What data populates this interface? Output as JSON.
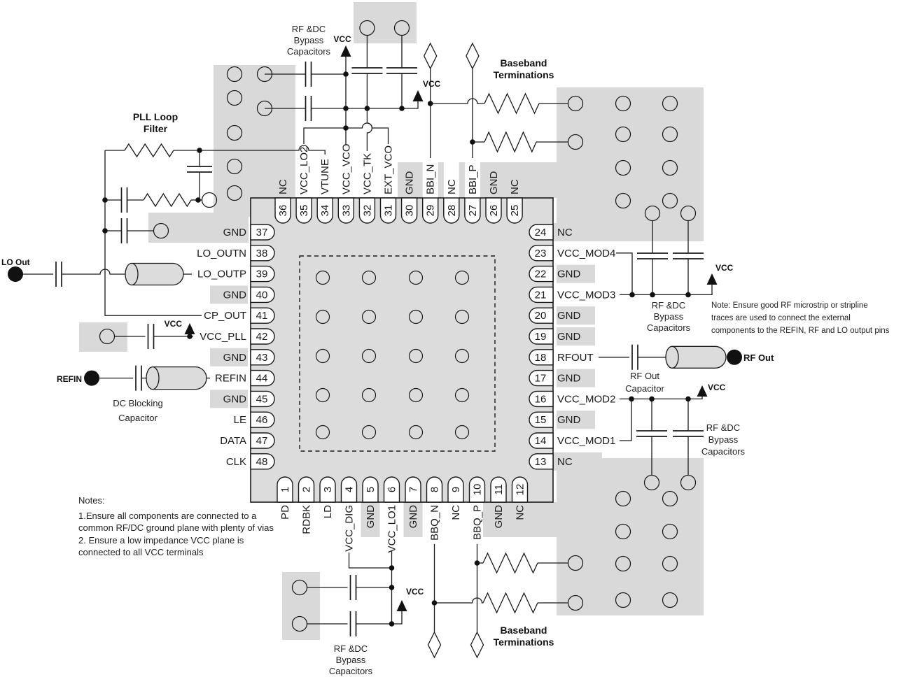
{
  "diagram": {
    "pll_filter_label": [
      "PLL Loop",
      "Filter"
    ],
    "bypass_caps_label": [
      "RF &DC",
      "Bypass",
      "Capacitors"
    ],
    "baseband_label": [
      "Baseband",
      "Terminations"
    ],
    "dc_blocking_label": [
      "DC Blocking",
      "Capacitor"
    ],
    "rf_out_cap_label": [
      "RF Out",
      "Capacitor"
    ],
    "vcc_label": "VCC",
    "ports": {
      "lo_out": "LO Out",
      "refin": "REFIN",
      "rf_out": "RF Out"
    },
    "note_right": [
      "Note: Ensure good RF microstrip or stripline",
      "traces are used to connect the external",
      "components to the REFIN, RF and LO output pins"
    ],
    "notes": [
      "Notes:",
      "1.Ensure all components are connected to a",
      "common RF/DC ground plane with plenty of vias",
      "2. Ensure a low impedance VCC plane is",
      "connected to all VCC terminals"
    ]
  },
  "chip": {
    "pins": {
      "top": [
        {
          "num": "36",
          "label": "NC"
        },
        {
          "num": "35",
          "label": "VCC_LO2"
        },
        {
          "num": "34",
          "label": "VTUNE"
        },
        {
          "num": "33",
          "label": "VCC_VCO"
        },
        {
          "num": "32",
          "label": "VCC_TK"
        },
        {
          "num": "31",
          "label": "EXT_VCO"
        },
        {
          "num": "30",
          "label": "GND"
        },
        {
          "num": "29",
          "label": "BBI_N"
        },
        {
          "num": "28",
          "label": "NC"
        },
        {
          "num": "27",
          "label": "BBI_P"
        },
        {
          "num": "26",
          "label": "GND"
        },
        {
          "num": "25",
          "label": "NC"
        }
      ],
      "left": [
        {
          "num": "37",
          "label": "GND"
        },
        {
          "num": "38",
          "label": "LO_OUTN"
        },
        {
          "num": "39",
          "label": "LO_OUTP"
        },
        {
          "num": "40",
          "label": "GND"
        },
        {
          "num": "41",
          "label": "CP_OUT"
        },
        {
          "num": "42",
          "label": "VCC_PLL"
        },
        {
          "num": "43",
          "label": "GND"
        },
        {
          "num": "44",
          "label": "REFIN"
        },
        {
          "num": "45",
          "label": "GND"
        },
        {
          "num": "46",
          "label": "LE"
        },
        {
          "num": "47",
          "label": "DATA"
        },
        {
          "num": "48",
          "label": "CLK"
        }
      ],
      "right": [
        {
          "num": "24",
          "label": "NC"
        },
        {
          "num": "23",
          "label": "VCC_MOD4"
        },
        {
          "num": "22",
          "label": "GND"
        },
        {
          "num": "21",
          "label": "VCC_MOD3"
        },
        {
          "num": "20",
          "label": "GND"
        },
        {
          "num": "19",
          "label": "GND"
        },
        {
          "num": "18",
          "label": "RFOUT"
        },
        {
          "num": "17",
          "label": "GND"
        },
        {
          "num": "16",
          "label": "VCC_MOD2"
        },
        {
          "num": "15",
          "label": "GND"
        },
        {
          "num": "14",
          "label": "VCC_MOD1"
        },
        {
          "num": "13",
          "label": "NC"
        }
      ],
      "bottom": [
        {
          "num": "1",
          "label": "PD"
        },
        {
          "num": "2",
          "label": "RDBK"
        },
        {
          "num": "3",
          "label": "LD"
        },
        {
          "num": "4",
          "label": "VCC_DIG"
        },
        {
          "num": "5",
          "label": "GND"
        },
        {
          "num": "6",
          "label": "VCC_LO1"
        },
        {
          "num": "7",
          "label": "GND"
        },
        {
          "num": "8",
          "label": "BBQ_N"
        },
        {
          "num": "9",
          "label": "NC"
        },
        {
          "num": "10",
          "label": "BBQ_P"
        },
        {
          "num": "11",
          "label": "GND"
        },
        {
          "num": "12",
          "label": "NC"
        }
      ]
    }
  },
  "colors": {
    "plane_gray": "#d9d9d9",
    "chip_gray": "#dcdcdc",
    "line": "#1a1a1a"
  }
}
